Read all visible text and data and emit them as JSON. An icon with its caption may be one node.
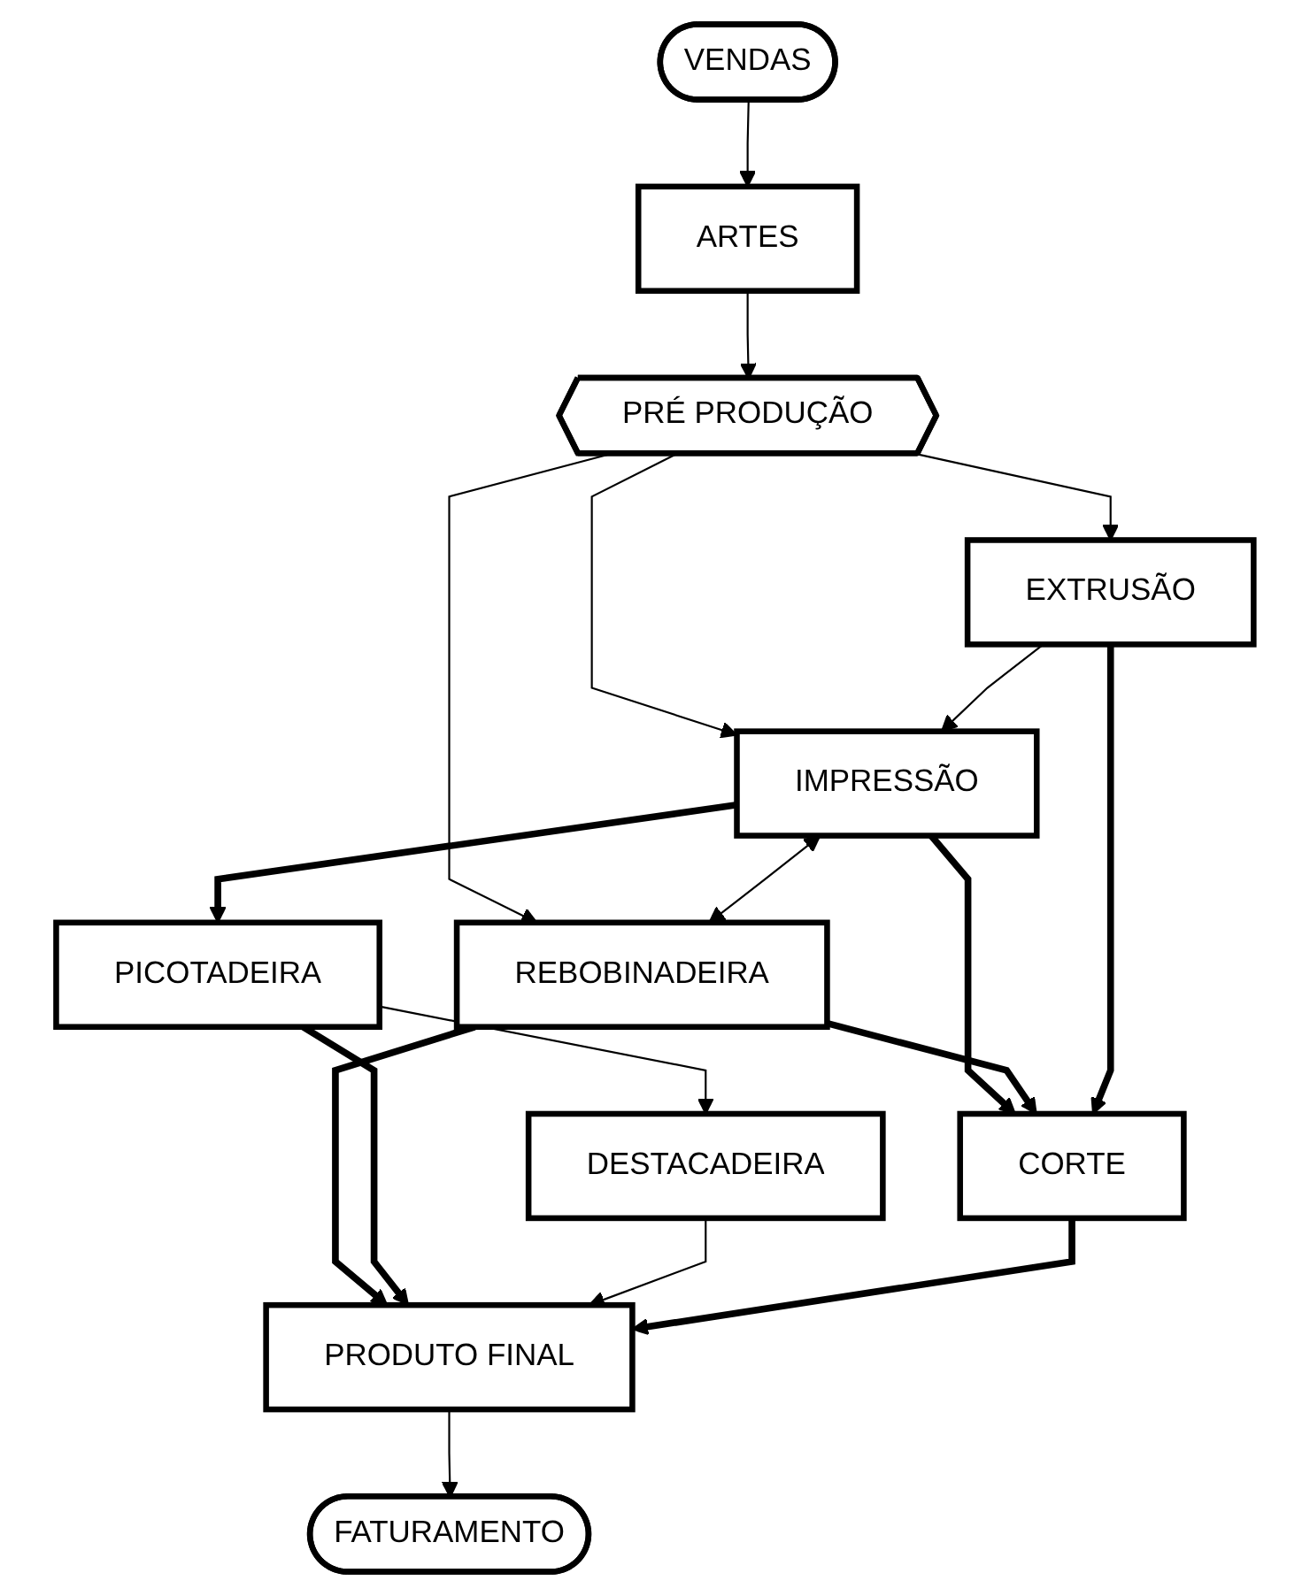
{
  "diagram": {
    "nodes": [
      {
        "text": [
          "VENDAS"
        ]
      },
      {
        "text": [
          "ARTES"
        ]
      },
      {
        "text": [
          "PRÉ PRODUÇÃO"
        ]
      },
      {
        "text": [
          "IMPRESSÃO"
        ]
      },
      {
        "text": [
          "EXTRUSÃO"
        ]
      },
      {
        "text": [
          "REBOBINADEIRA"
        ]
      },
      {
        "text": [
          "PICOTADEIRA"
        ]
      },
      {
        "text": [
          "CORTE"
        ]
      },
      {
        "text": [
          "DESTACADEIRA"
        ]
      },
      {
        "text": [
          "PRODUTO FINAL"
        ]
      },
      {
        "text": [
          "FATURAMENTO"
        ]
      }
    ],
    "edges": [
      {
        "from": 0,
        "to": 1,
        "arrow": "to"
      },
      {
        "from": 1,
        "to": 2,
        "arrow": "to"
      },
      {
        "from": 2,
        "to": 3,
        "arrow": "to"
      },
      {
        "from": 2,
        "to": 5,
        "arrow": "to"
      },
      {
        "from": 2,
        "to": 4,
        "arrow": "to"
      },
      {
        "from": 4,
        "to": 3,
        "arrow": "to"
      },
      {
        "from": 3,
        "to": 5,
        "arrow": "both"
      },
      {
        "from": 3,
        "to": 6,
        "arrow": "to",
        "style": "thick"
      },
      {
        "from": 3,
        "to": 7,
        "arrow": "to",
        "style": "thick"
      },
      {
        "from": 5,
        "to": 7,
        "arrow": "to",
        "style": "thick"
      },
      {
        "from": 4,
        "to": 7,
        "arrow": "to",
        "style": "thick"
      },
      {
        "from": 6,
        "to": 8,
        "arrow": "to"
      },
      {
        "from": 5,
        "to": 9,
        "arrow": "to",
        "style": "thick"
      },
      {
        "from": 6,
        "to": 9,
        "arrow": "to",
        "style": "thick"
      },
      {
        "from": 8,
        "to": 9,
        "arrow": "to"
      },
      {
        "from": 7,
        "to": 9,
        "arrow": "to",
        "style": "thick"
      },
      {
        "from": 9,
        "to": 10,
        "arrow": "to"
      }
    ]
  }
}
